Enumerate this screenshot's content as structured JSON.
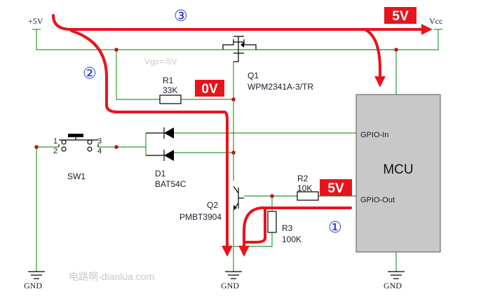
{
  "supply": {
    "vplus_label": "+5V",
    "vcc_label": "Vcc"
  },
  "grounds": {
    "left": "GND",
    "center": "GND",
    "right": "GND"
  },
  "mcu": {
    "title": "MCU",
    "pin_in": "GPIO-In",
    "pin_out": "GPIO-Out"
  },
  "switch": {
    "ref": "SW1",
    "pins": [
      "1",
      "2",
      "3",
      "4"
    ]
  },
  "diode": {
    "ref": "D1",
    "part": "BAT54C"
  },
  "mosfet": {
    "ref": "Q1",
    "part": "WPM2341A-3/TR",
    "faded_label": "Vgs=-5V"
  },
  "transistor": {
    "ref": "Q2",
    "part": "PMBT3904"
  },
  "resistors": {
    "r1": {
      "ref": "R1",
      "value": "33K"
    },
    "r2": {
      "ref": "R2",
      "value": "10K"
    },
    "r3": {
      "ref": "R3",
      "value": "100K"
    }
  },
  "badges": {
    "top": "5V",
    "r1": "0V",
    "r2": "5V"
  },
  "path_numbers": {
    "one": "①",
    "two": "②",
    "three": "③"
  },
  "watermark": "电路啊-dianlua.com",
  "colors": {
    "wire": "#2e9a2e",
    "arrow": "#e8141c",
    "badge": "#e8141c",
    "mcu_fill": "#c8c8c8",
    "number": "#1f2fd8"
  }
}
